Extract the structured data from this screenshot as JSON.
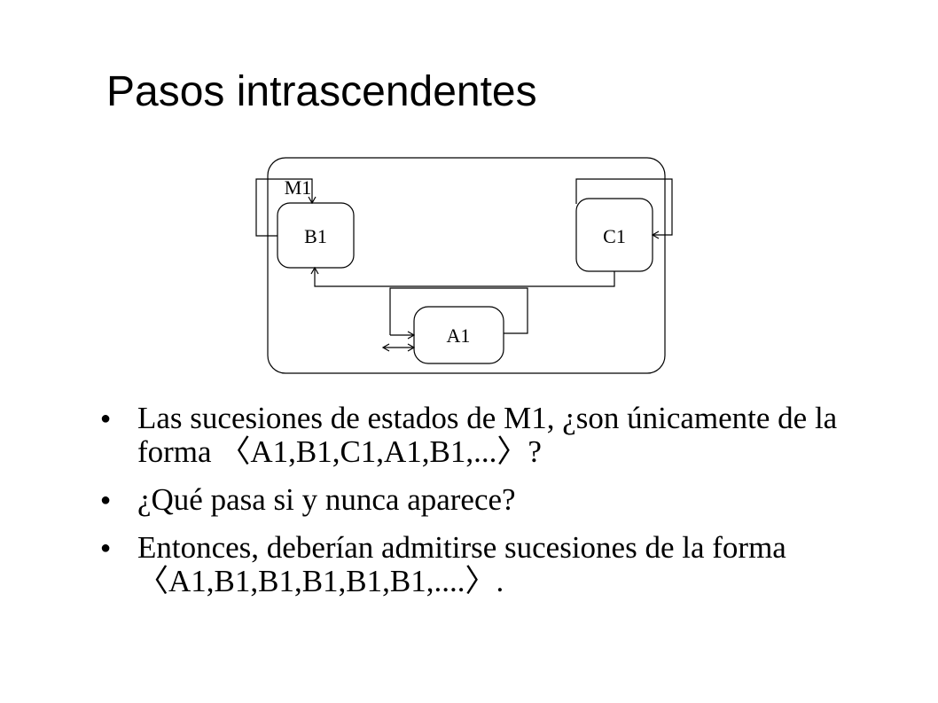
{
  "slide": {
    "title": "Pasos intrascendentes"
  },
  "diagram": {
    "container_label": "M1",
    "states": {
      "b1": "B1",
      "c1": "C1",
      "a1": "A1"
    }
  },
  "bullets": [
    {
      "symbol": "●",
      "text": "Las sucesiones de estados de M1, ¿son únicamente de la forma 〈A1,B1,C1,A1,B1,...〉?"
    },
    {
      "symbol": "●",
      "text": "¿Qué pasa si y nunca aparece?"
    },
    {
      "symbol": "●",
      "text": "Entonces, deberían admitirse sucesiones de la forma 〈A1,B1,B1,B1,B1,B1,....〉."
    }
  ]
}
